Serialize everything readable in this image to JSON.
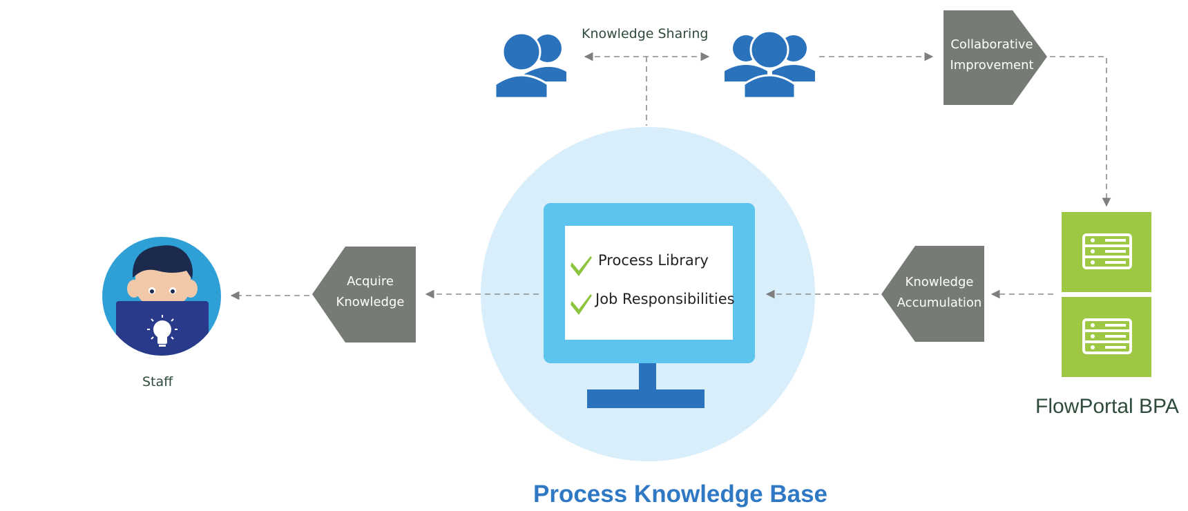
{
  "diagram": {
    "title": "Process Knowledge Base",
    "knowledge_sharing_label": "Knowledge Sharing",
    "staff_label": "Staff",
    "brand_label": "FlowPortal BPA",
    "steps": {
      "collaborative_improvement": [
        "Collaborative",
        "Improvement"
      ],
      "acquire_knowledge": [
        "Acquire",
        "Knowledge"
      ],
      "knowledge_accumulation": [
        "Knowledge",
        "Accumulation"
      ]
    },
    "screen_items": [
      "Process Library",
      "Job Responsibilities"
    ],
    "icons": [
      "user-pair-icon",
      "user-group-icon",
      "staff-avatar-icon",
      "lightbulb-icon",
      "monitor-icon",
      "check-icon",
      "server-icon"
    ],
    "colors": {
      "arrow_shape": "#777b75",
      "user_icon": "#2b72bd",
      "circle_bg": "#d8eefa",
      "monitor_frame": "#5bc4ef",
      "monitor_stand": "#2b72bd",
      "server_green": "#9ec844",
      "check_green": "#8cc43e",
      "title_blue": "#2f78c4",
      "dashed_line": "#8a8a8a"
    }
  }
}
